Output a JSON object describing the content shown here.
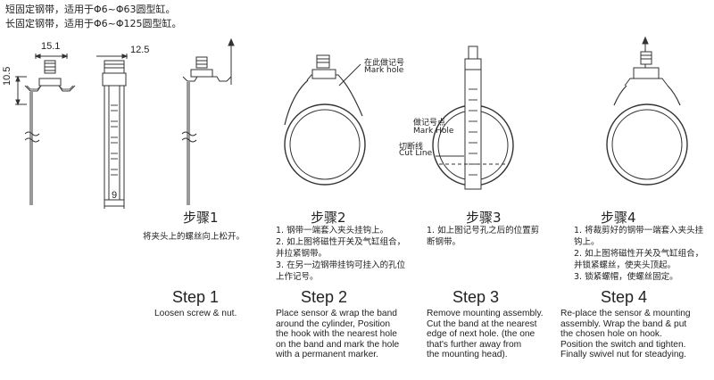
{
  "intro": {
    "line1": "短固定钢带，适用于Φ6~Φ63圆型缸。",
    "line2": "长固定钢带，适用于Φ6~Φ125圆型缸。"
  },
  "dimensions": {
    "d1": "15.1",
    "d2": "12.5",
    "d3": "10.5",
    "d4": "9"
  },
  "labels": {
    "mark_hole_cn": "在此做记号",
    "mark_hole_en": "Mark hole",
    "mark_hole2_cn": "做记号点",
    "mark_hole2_en": "Mark Hole",
    "cut_line_cn": "切断线",
    "cut_line_en": "Cut Line"
  },
  "steps": [
    {
      "cn_title": "步骤1",
      "cn_items": [
        "将夹头上的螺丝向上松开。"
      ],
      "title": "Step 1",
      "desc": "Loosen screw & nut."
    },
    {
      "cn_title": "步骤2",
      "cn_items": [
        "1. 钢带一端套入夹头挂钩上。",
        "2. 如上图将磁性开关及气缸组合，",
        "    并拉紧钢带。",
        "3. 在另一边钢带挂钩可挂入的孔位",
        "    上作记号。"
      ],
      "title": "Step 2",
      "desc": "Place sensor & wrap the band\naround the cylinder, Position\nthe hook with the nearest hole\non the band and mark the hole\nwith a permanent marker."
    },
    {
      "cn_title": "步骤3",
      "cn_items": [
        "1. 如上图记号孔之后的位置剪",
        "    断钢带。"
      ],
      "title": "Step 3",
      "desc": "Remove mounting assembly.\nCut the band at the nearest\nedge of next hole. (the one\nthat's further away from\nthe mounting head)."
    },
    {
      "cn_title": "步骤4",
      "cn_items": [
        "1. 将裁剪好的钢带一端套入夹头挂",
        "    钩上。",
        "2. 如上图将磁性开关及气缸组合，",
        "    并锁紧螺丝，使夹头顶起。",
        "3. 锁紧螺帽，使螺丝固定。"
      ],
      "title": "Step 4",
      "desc": "Re-place the sensor & mounting\nassembly. Wrap the band & put\nthe chosen hole on hook.\nPosition the switch and tighten.\nFinally swivel nut for steadying."
    }
  ]
}
